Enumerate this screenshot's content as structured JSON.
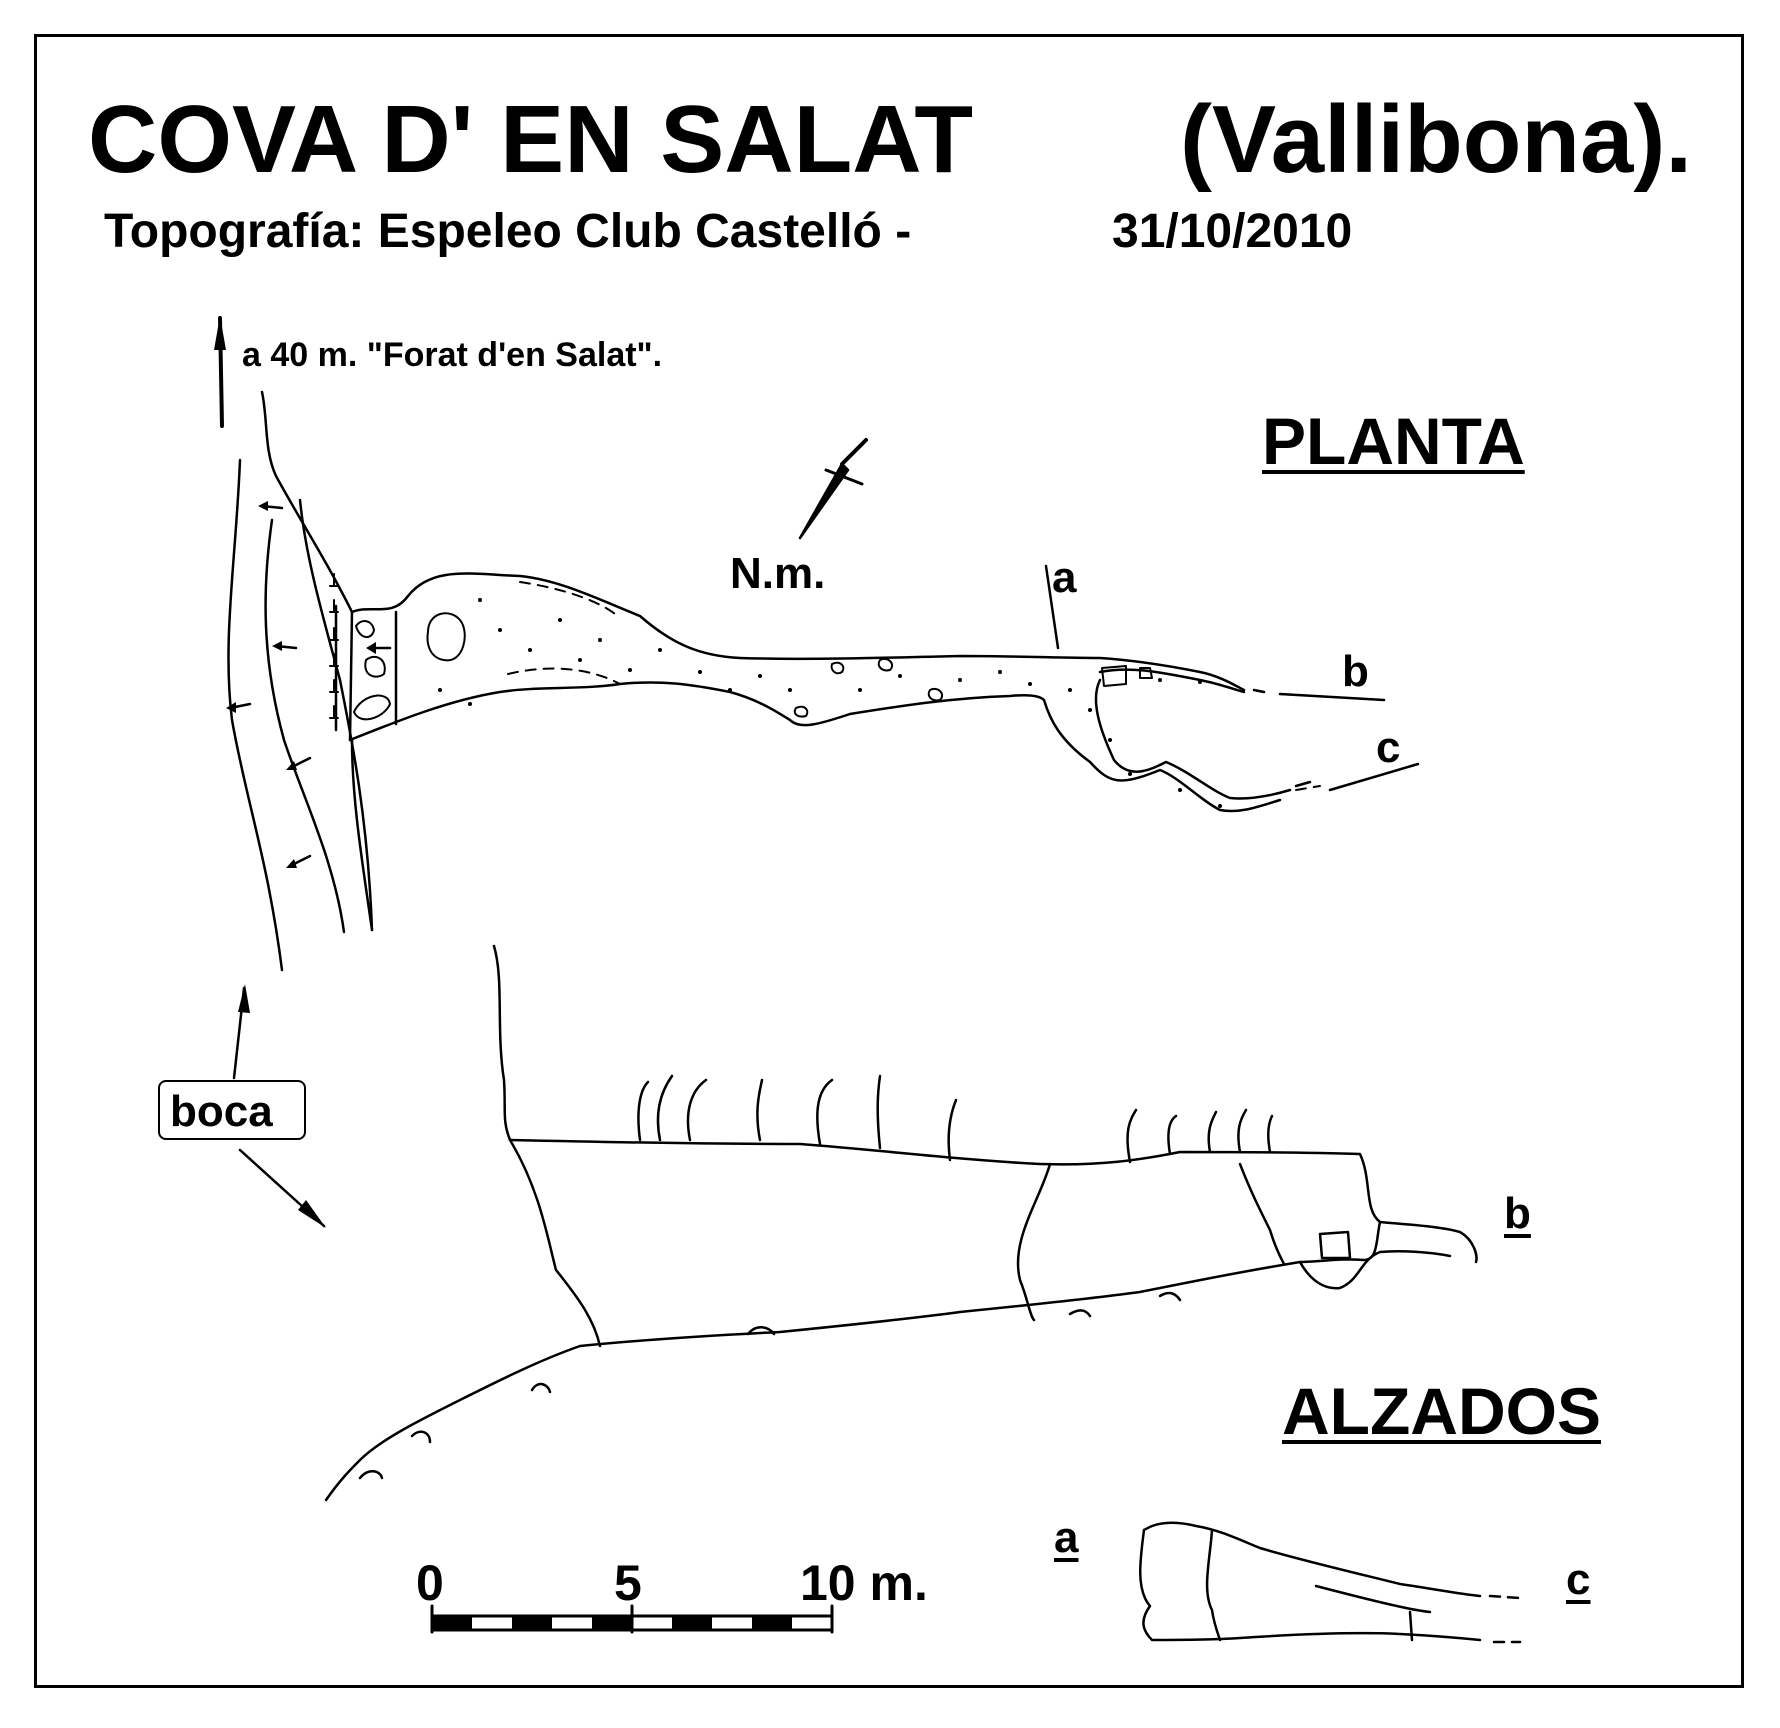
{
  "header": {
    "title": "COVA D' EN SALAT",
    "location": "(Vallibona).",
    "subtitle": "Topografía: Espeleo Club Castelló -",
    "date": "31/10/2010"
  },
  "annotations": {
    "direction_note": "a 40 m. \"Forat d'en Salat\".",
    "north_label": "N.m.",
    "entrance_label": "boca"
  },
  "views": {
    "plan_title": "PLANTA",
    "elevation_title": "ALZADOS"
  },
  "section_labels": {
    "plan_a": "a",
    "plan_b": "b",
    "plan_c": "c",
    "elevation_b": "b",
    "cross_a": "a",
    "cross_c": "c"
  },
  "scale_bar": {
    "label_0": "0",
    "label_5": "5",
    "label_10": "10 m."
  },
  "colors": {
    "ink": "#000000",
    "paper": "#ffffff"
  }
}
